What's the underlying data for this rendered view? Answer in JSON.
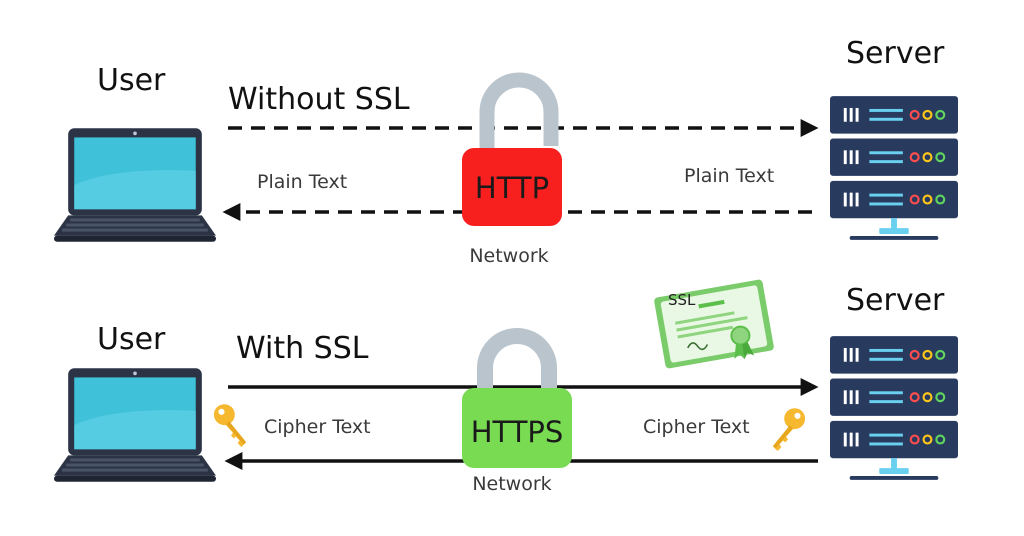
{
  "sections": [
    {
      "id": "http",
      "user_label": "User",
      "server_label": "Server",
      "title": "Without SSL",
      "left_text": "Plain Text",
      "right_text": "Plain Text",
      "lock_label": "HTTP",
      "network_label": "Network",
      "lock_state": "unlocked",
      "lock_color": "#f81f1f",
      "line_style": "dashed"
    },
    {
      "id": "https",
      "user_label": "User",
      "server_label": "Server",
      "title": "With SSL",
      "left_text": "Cipher Text",
      "right_text": "Cipher Text",
      "lock_label": "HTTPS",
      "network_label": "Network",
      "lock_state": "locked",
      "lock_color": "#79db51",
      "line_style": "solid"
    }
  ],
  "certificate": {
    "label": "SSL"
  },
  "icons": {
    "laptop": "laptop-icon",
    "server": "server-rack-icon",
    "key": "key-icon",
    "certificate": "ssl-certificate-icon",
    "padlock": "padlock-icon"
  },
  "colors": {
    "laptop_screen": "#3fc1d9",
    "laptop_body": "#2b3345",
    "server_unit": "#283a5e",
    "server_stripes": "#6ad0ef",
    "server_dots": [
      "#ff4d4d",
      "#ffc61a",
      "#5fd45f"
    ],
    "shackle": "#b9c4cc",
    "key": "#f5b82e",
    "certificate": "#7acc6a",
    "arrow": "#111111"
  }
}
